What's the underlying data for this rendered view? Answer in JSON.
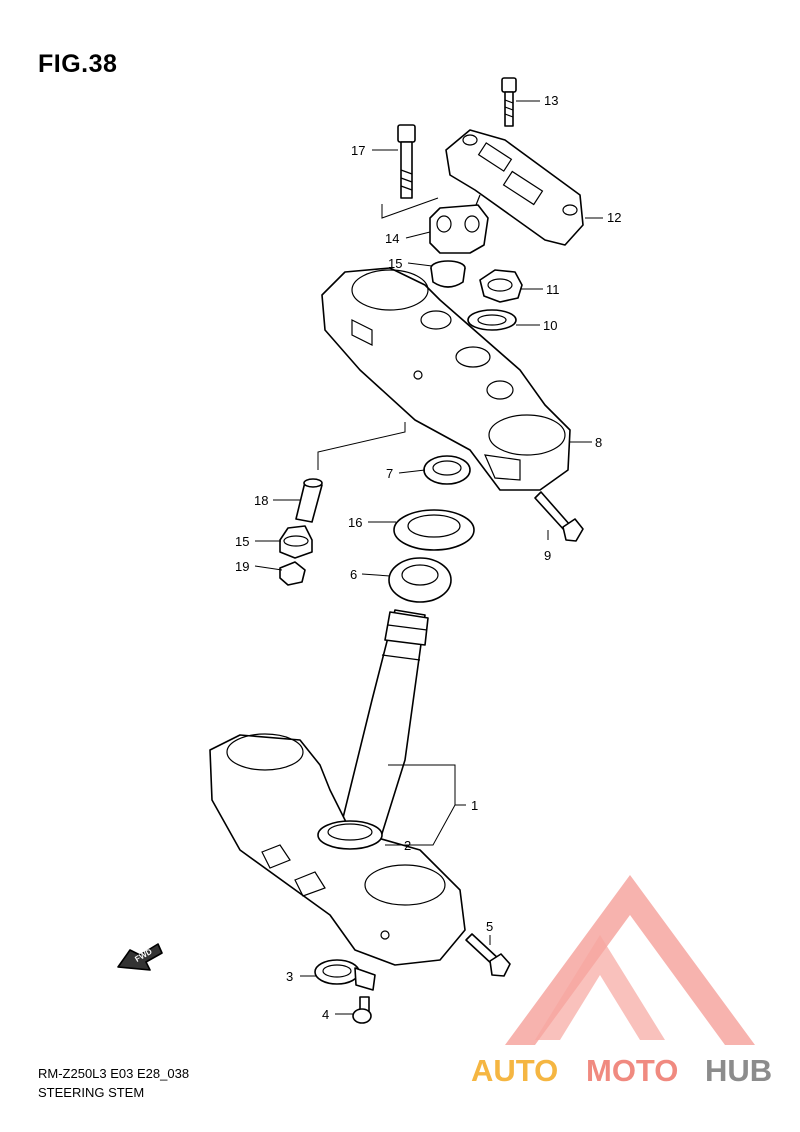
{
  "figure": {
    "title": "FIG.38"
  },
  "fwd_label": "FWD",
  "parts": [
    {
      "no": "1"
    },
    {
      "no": "2"
    },
    {
      "no": "3"
    },
    {
      "no": "4"
    },
    {
      "no": "5"
    },
    {
      "no": "6"
    },
    {
      "no": "7"
    },
    {
      "no": "8"
    },
    {
      "no": "9"
    },
    {
      "no": "10"
    },
    {
      "no": "11"
    },
    {
      "no": "12"
    },
    {
      "no": "13"
    },
    {
      "no": "14"
    },
    {
      "no": "15"
    },
    {
      "no": "15"
    },
    {
      "no": "16"
    },
    {
      "no": "17"
    },
    {
      "no": "18"
    },
    {
      "no": "19"
    }
  ],
  "footer": {
    "model_code": "RM-Z250L3 E03 E28_038",
    "caption": "STEERING STEM"
  },
  "watermark": {
    "text_a": "AUTO",
    "text_b": "MOTO",
    "text_c": "HUB",
    "colors": {
      "auto": "#f5b642",
      "moto": "#f08a80",
      "hub": "#8c8c8c",
      "logo": "#f6a6a0"
    }
  }
}
